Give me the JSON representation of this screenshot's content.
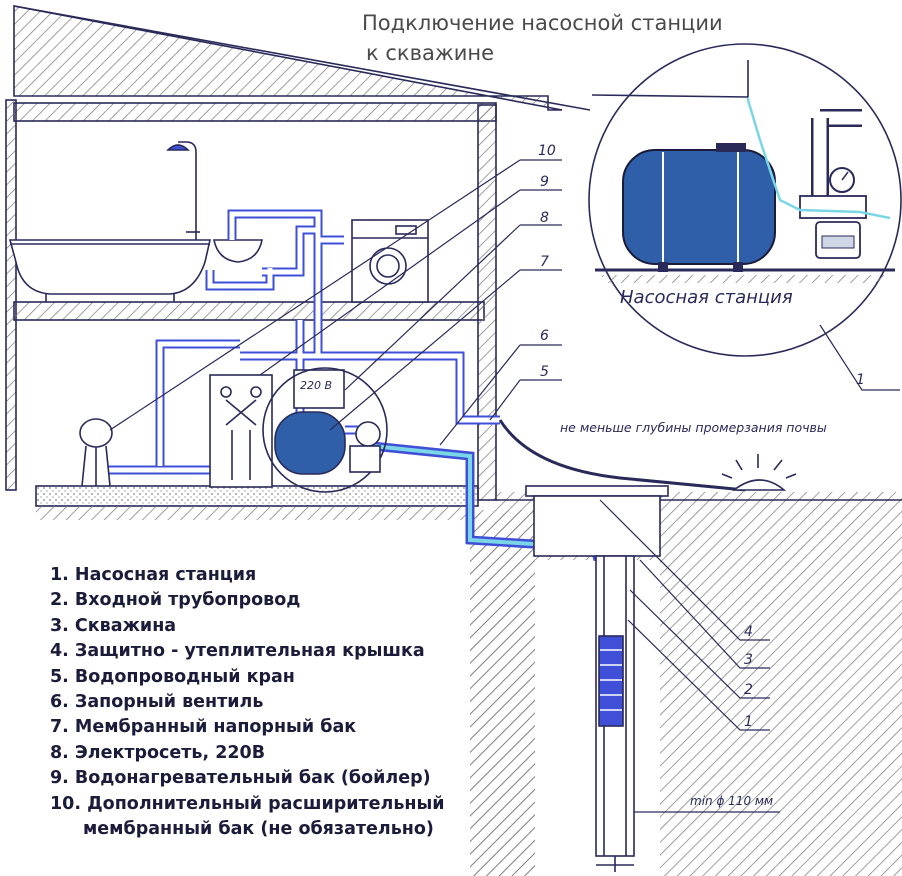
{
  "title": {
    "line1": "Подключение насосной станции",
    "line2": "к скважине"
  },
  "inset_label": "Насосная станция",
  "notes": {
    "depth_note": "не меньше глубины промерзания почвы",
    "voltage": "220 В",
    "diameter": "min ϕ 110 мм"
  },
  "callouts": {
    "top": [
      "10",
      "9",
      "8",
      "7",
      "6",
      "5"
    ],
    "inset": "1",
    "well": [
      "4",
      "3",
      "2",
      "1"
    ]
  },
  "legend": [
    "1. Насосная станция",
    "2. Входной трубопровод",
    "3. Скважина",
    "4. Защитно - утеплительная крышка",
    "5. Водопроводный кран",
    "6. Запорный вентиль",
    "7. Мембранный напорный бак",
    "8. Электросеть, 220В",
    "9. Водонагревательный бак (бойлер)",
    "10. Дополнительный расширительный"
  ],
  "legend_cont": "мембранный бак (не обязательно)",
  "colors": {
    "pipe": "#3f4fd8",
    "line": "#2a2a5a",
    "water": "#7ad6e6",
    "tank": "#2f5fa8",
    "ground": "#9a9a9a"
  }
}
